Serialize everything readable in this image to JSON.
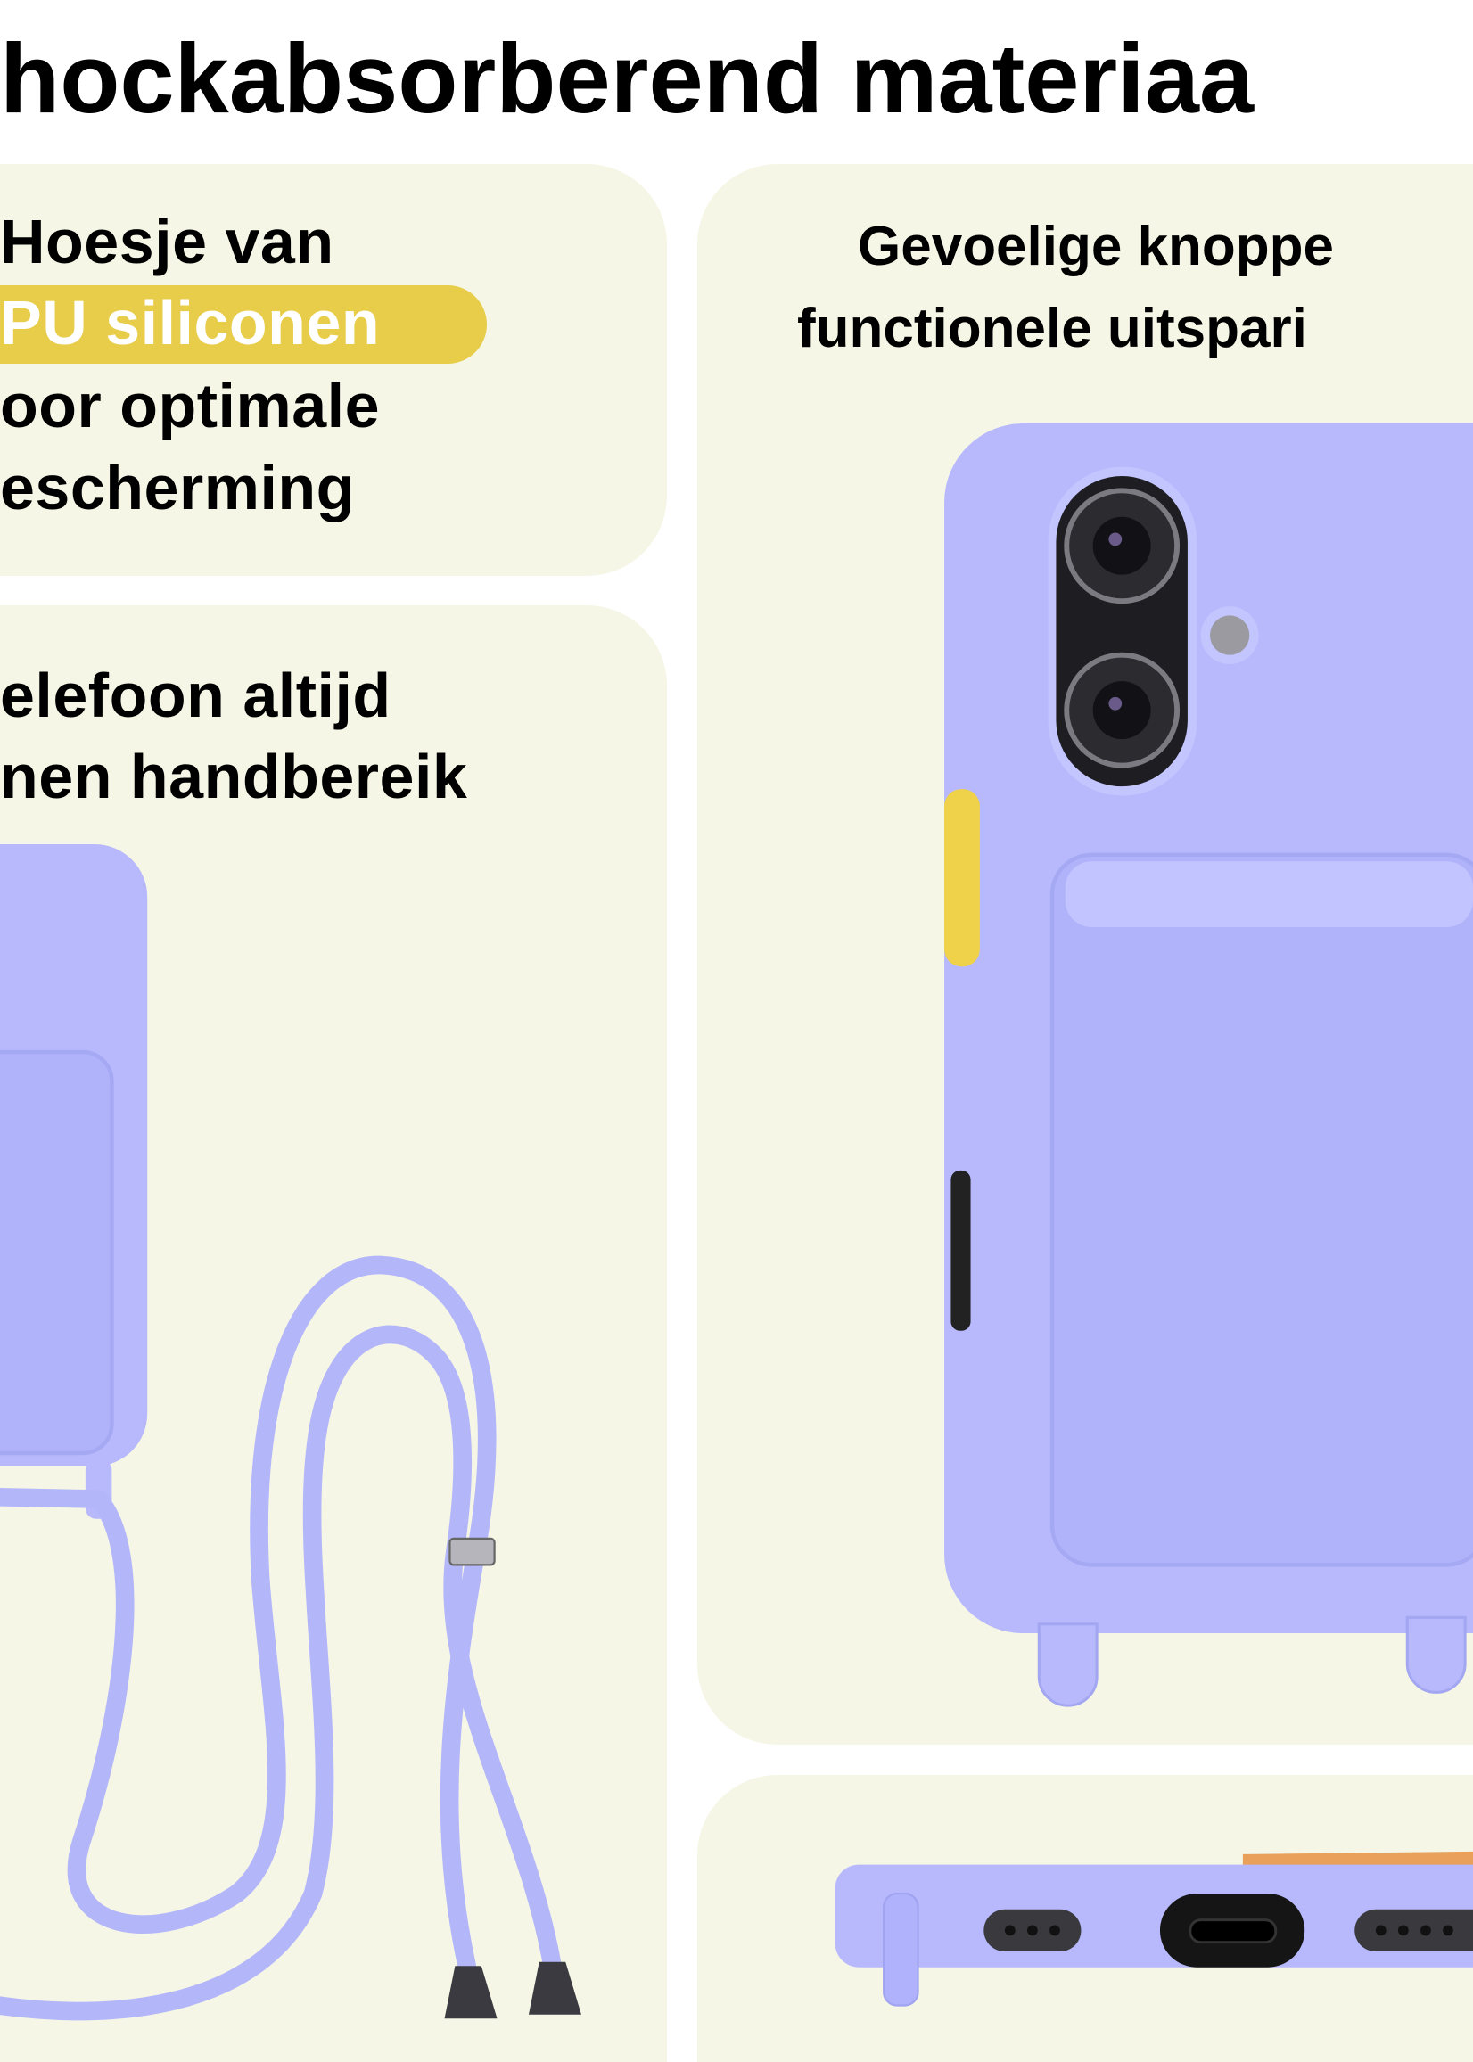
{
  "header": {
    "title": "hockabsorberend materiaa"
  },
  "panel_material": {
    "lines": [
      "Hoesje van",
      "PU siliconen",
      "oor optimale",
      "escherming"
    ],
    "highlight_color": "#e8cd4a"
  },
  "panel_buttons": {
    "lines": [
      "Gevoelige knoppe",
      "functionele uitspari"
    ]
  },
  "panel_lanyard": {
    "lines": [
      "elefoon altijd",
      "nen handbereik"
    ]
  },
  "colors": {
    "panel_bg": "#f5f6e6",
    "case": "#b7b9fc",
    "accent_button": "#f0d24a"
  }
}
